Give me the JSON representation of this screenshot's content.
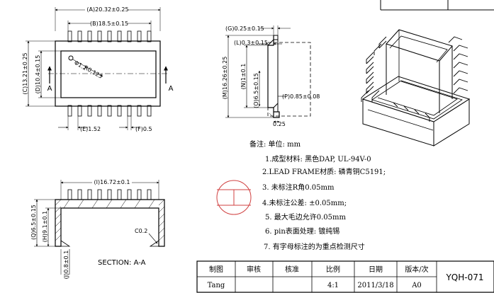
{
  "top_view": {
    "dim_a": "(A)20.32±0.25",
    "dim_b": "(B)18.5±0.15",
    "dim_c": "(C)13.21±0.25",
    "dim_d": "(D)10.4±0.15",
    "dim_e": "(E)1.52",
    "dim_f": "(F)0.5",
    "phi_label": "Φ1.2",
    "r_label": "R0.125",
    "section_mark_left": "A",
    "section_mark_right": "A"
  },
  "side_view": {
    "dim_g": "(G)0.25±0.15",
    "dim_l": "(L)0.3±0.15",
    "dim_m": "(M)16.26±0.25",
    "dim_n": "(N)1±0.1",
    "dim_o": "(O)6.5±0.15",
    "dim_p": "(P)0.85±0.08",
    "dim_bottom": "0.25"
  },
  "section_view": {
    "dim_i": "(I)16.72±0.1",
    "dim_q": "(Q)6.5±0.15",
    "dim_h": "(H)9.1±0.1",
    "dim_j": "(J)0.8±0.1",
    "chamfer": "C0.2",
    "title": "SECTION: A-A"
  },
  "notes": {
    "header": "备注:    单位: mm",
    "items": [
      "1.成型材料:  黑色DAP, UL-94V-0",
      "2.LEAD  FRAME材质: 磷青铜C5191;",
      "3. 未标注R角0.05mm",
      "4.未标注公差: ±0.05mm;",
      "5. 最大毛边允许0.05mm",
      "6. pin表面处理: 镀纯锡",
      "7. 有字母标注的为重点检测尺寸"
    ]
  },
  "title_block": {
    "headers": [
      "制图",
      "审核",
      "核准",
      "比例",
      "日期",
      "版本/次"
    ],
    "values": [
      "Tang",
      "",
      "",
      "4:1",
      "2011/3/18",
      "A0"
    ],
    "part_number": "YQH-071"
  }
}
